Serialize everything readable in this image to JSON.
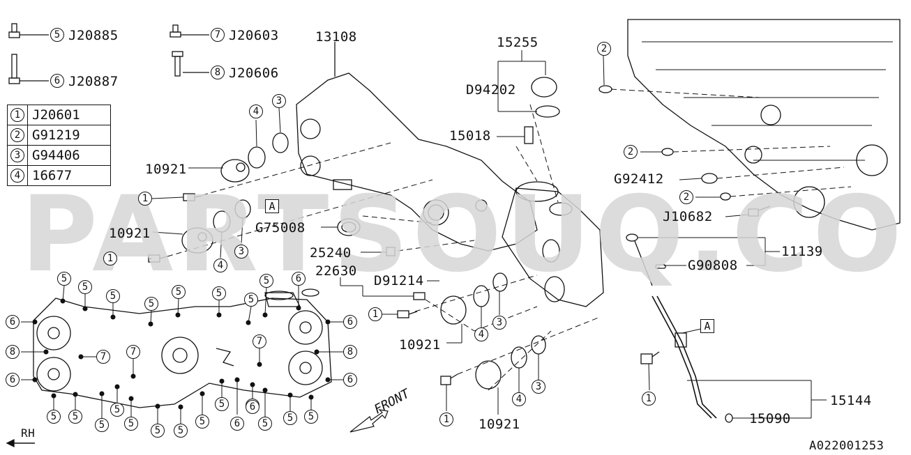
{
  "diagram": {
    "footer_code": "A022001253",
    "watermark": "PARTSOUQ.COM",
    "direction_front": "FRONT",
    "direction_rh": "RH",
    "ref_marker": "A",
    "legend": [
      {
        "num": "1",
        "part": "J20601"
      },
      {
        "num": "2",
        "part": "G91219"
      },
      {
        "num": "3",
        "part": "G94406"
      },
      {
        "num": "4",
        "part": "16677"
      }
    ],
    "fastener_keys": [
      {
        "num": "5",
        "part": "J20885"
      },
      {
        "num": "6",
        "part": "J20887"
      },
      {
        "num": "7",
        "part": "J20603"
      },
      {
        "num": "8",
        "part": "J20606"
      }
    ],
    "part_labels": {
      "p13108": "13108",
      "p15255": "15255",
      "d94202": "D94202",
      "p15018": "15018",
      "p10921_a": "10921",
      "p10921_b": "10921",
      "p10921_c": "10921",
      "p10921_d": "10921",
      "g75008": "G75008",
      "p25240": "25240",
      "p22630": "22630",
      "d91214": "D91214",
      "g92412": "G92412",
      "j10682": "J10682",
      "p11139": "11139",
      "g90808": "G90808",
      "p15144": "15144",
      "p15090": "15090"
    },
    "callout_numbers": {
      "one": "1",
      "two": "2",
      "three": "3",
      "four": "4",
      "five": "5",
      "six": "6",
      "seven": "7",
      "eight": "8"
    }
  }
}
